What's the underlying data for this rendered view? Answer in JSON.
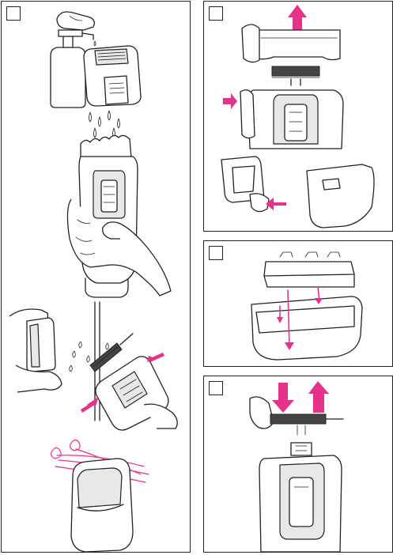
{
  "layout_note_free": true,
  "accent_color": "#e6338a",
  "line_color": "#222222",
  "panels": [
    {
      "id": "left-column",
      "step_label": ""
    },
    {
      "id": "remove-head",
      "step_label": ""
    },
    {
      "id": "clean-frame",
      "step_label": ""
    },
    {
      "id": "insert-brush",
      "step_label": ""
    }
  ],
  "icons": {
    "up_arrow": "arrow-up-icon",
    "down_arrow": "arrow-down-icon",
    "right_arrow": "arrow-right-icon",
    "left_arrow": "arrow-left-icon"
  }
}
